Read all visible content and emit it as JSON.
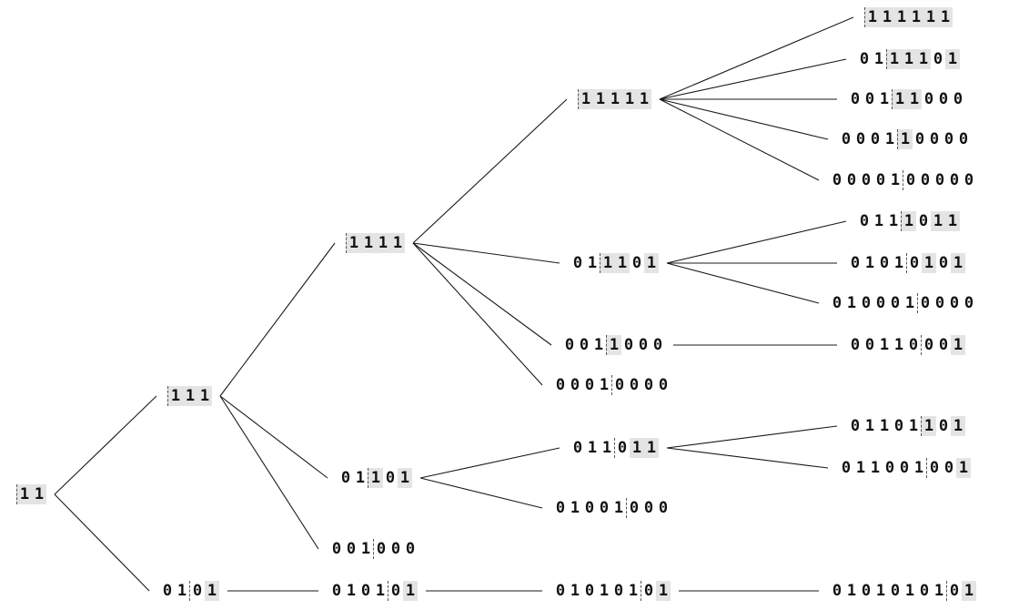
{
  "nodes": [
    {
      "id": "n1",
      "digits": "11",
      "mark": 0,
      "hl": [
        0,
        1
      ]
    },
    {
      "id": "n2",
      "digits": "111",
      "mark": 0,
      "hl": [
        0,
        1,
        2
      ]
    },
    {
      "id": "n3",
      "digits": "0101",
      "mark": 2,
      "hl": [
        3
      ]
    },
    {
      "id": "n4",
      "digits": "1111",
      "mark": 0,
      "hl": [
        0,
        1,
        2,
        3
      ]
    },
    {
      "id": "n5",
      "digits": "01101",
      "mark": 2,
      "hl": [
        2,
        4
      ]
    },
    {
      "id": "n6",
      "digits": "001000",
      "mark": 3,
      "hl": []
    },
    {
      "id": "n7",
      "digits": "010101",
      "mark": 4,
      "hl": [
        5
      ]
    },
    {
      "id": "n8",
      "digits": "11111",
      "mark": 0,
      "hl": [
        0,
        1,
        2,
        3,
        4
      ]
    },
    {
      "id": "n9",
      "digits": "011101",
      "mark": 2,
      "hl": [
        2,
        3,
        5
      ]
    },
    {
      "id": "n10",
      "digits": "0011000",
      "mark": 3,
      "hl": [
        3
      ]
    },
    {
      "id": "n11",
      "digits": "00010000",
      "mark": 4,
      "hl": []
    },
    {
      "id": "n12",
      "digits": "011011",
      "mark": 3,
      "hl": [
        4,
        5
      ]
    },
    {
      "id": "n13",
      "digits": "01001000",
      "mark": 5,
      "hl": []
    },
    {
      "id": "n14",
      "digits": "01010101",
      "mark": 6,
      "hl": [
        7
      ]
    },
    {
      "id": "n15",
      "digits": "111111",
      "mark": 0,
      "hl": [
        0,
        1,
        2,
        3,
        4,
        5
      ]
    },
    {
      "id": "n16",
      "digits": "0111101",
      "mark": 2,
      "hl": [
        2,
        3,
        4,
        6
      ]
    },
    {
      "id": "n17",
      "digits": "00111000",
      "mark": 3,
      "hl": [
        3,
        4
      ]
    },
    {
      "id": "n18",
      "digits": "000110000",
      "mark": 4,
      "hl": [
        4
      ]
    },
    {
      "id": "n19",
      "digits": "0000100000",
      "mark": 5,
      "hl": []
    },
    {
      "id": "n20",
      "digits": "0111011",
      "mark": 3,
      "hl": [
        3,
        5,
        6
      ]
    },
    {
      "id": "n21",
      "digits": "01010101",
      "mark": 4,
      "hl": [
        5,
        7
      ]
    },
    {
      "id": "n22",
      "digits": "0100010000",
      "mark": 6,
      "hl": []
    },
    {
      "id": "n23",
      "digits": "00110001",
      "mark": 5,
      "hl": [
        7
      ]
    },
    {
      "id": "n24",
      "digits": "01101101",
      "mark": 5,
      "hl": [
        5,
        7
      ]
    },
    {
      "id": "n25",
      "digits": "011001001",
      "mark": 6,
      "hl": [
        8
      ]
    },
    {
      "id": "n26",
      "digits": "0101010101",
      "mark": 8,
      "hl": [
        9
      ]
    }
  ],
  "edges": [
    [
      "n1",
      "n2"
    ],
    [
      "n1",
      "n3"
    ],
    [
      "n2",
      "n4"
    ],
    [
      "n2",
      "n5"
    ],
    [
      "n2",
      "n6"
    ],
    [
      "n3",
      "n7"
    ],
    [
      "n4",
      "n8"
    ],
    [
      "n4",
      "n9"
    ],
    [
      "n4",
      "n10"
    ],
    [
      "n4",
      "n11"
    ],
    [
      "n5",
      "n12"
    ],
    [
      "n5",
      "n13"
    ],
    [
      "n7",
      "n14"
    ],
    [
      "n8",
      "n15"
    ],
    [
      "n8",
      "n16"
    ],
    [
      "n8",
      "n17"
    ],
    [
      "n8",
      "n18"
    ],
    [
      "n8",
      "n19"
    ],
    [
      "n9",
      "n20"
    ],
    [
      "n9",
      "n21"
    ],
    [
      "n9",
      "n22"
    ],
    [
      "n10",
      "n23"
    ],
    [
      "n12",
      "n24"
    ],
    [
      "n12",
      "n25"
    ],
    [
      "n14",
      "n26"
    ]
  ]
}
